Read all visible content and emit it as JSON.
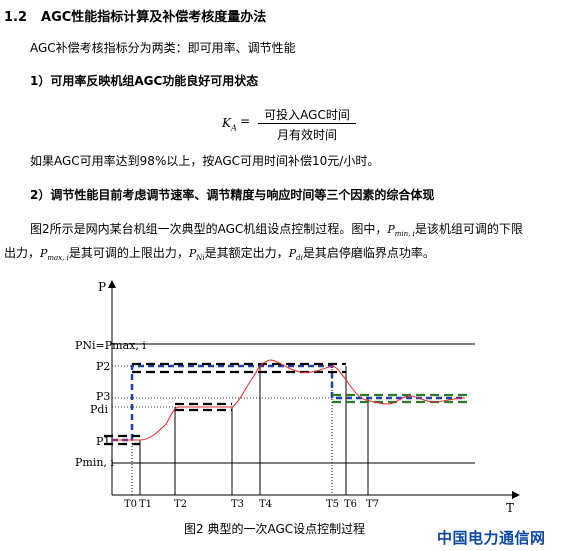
{
  "section": {
    "number": "1.2",
    "title": "AGC性能指标计算及补偿考核度量办法"
  },
  "intro": "AGC补偿考核指标分为两类：即可用率、调节性能",
  "sub1": {
    "title": "1）可用率反映机组AGC功能良好可用状态",
    "formula": {
      "symbol": "K",
      "subscript": "A",
      "equals": "=",
      "numerator": "可投入AGC时间",
      "denominator": "月有效时间"
    },
    "note": "如果AGC可用率达到98%以上，按AGC可用时间补偿10元/小时。"
  },
  "sub2": {
    "title": "2）调节性能目前考虑调节速率、调节精度与响应时间等三个因素的综合体现",
    "line1_a": "图2所示是网内某台机组一次典型的AGC机组设点控制过程。图中，",
    "pmin_sym": "P",
    "pmin_sub": "min, i",
    "line1_b": "是该机组可调的下限",
    "line2_a": "出力，",
    "pmax_sym": "P",
    "pmax_sub": "max, i",
    "line2_b": "是其可调的上限出力，",
    "pn_sym": "P",
    "pn_sub": "Ni",
    "line2_c": "是其额定出力，",
    "pd_sym": "P",
    "pd_sub": "di",
    "line2_d": "是其启停磨临界点功率。"
  },
  "chart_data": {
    "type": "line",
    "title": "",
    "xlabel": "T",
    "ylabel": "P",
    "ytick_labels": [
      "PNi=Pmax, i",
      "P2",
      "P3",
      "Pdi",
      "P1",
      "Pmin, i"
    ],
    "xtick_labels": [
      "T0",
      "T1",
      "T2",
      "T3",
      "T4",
      "T5",
      "T6",
      "T7"
    ],
    "series": [
      {
        "kind": "setpoint-command",
        "color": "#1f3fb0"
      },
      {
        "kind": "actual-output",
        "color": "#e02828"
      },
      {
        "kind": "dead-band",
        "colors": [
          "#000000",
          "#2a7a2a"
        ]
      }
    ],
    "caption": "图2   典型的一次AGC设点控制过程"
  },
  "watermark": "中国电力通信网"
}
